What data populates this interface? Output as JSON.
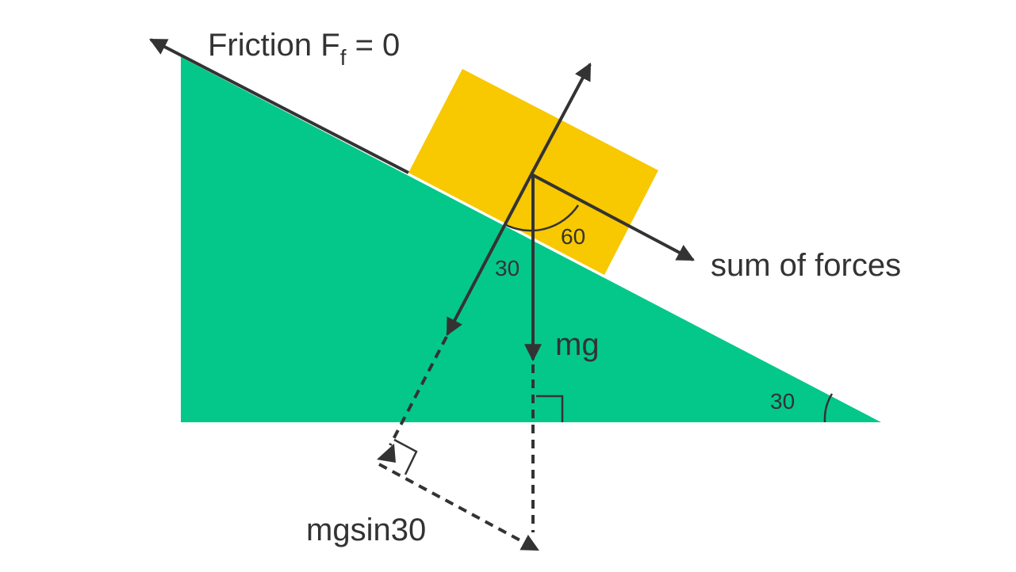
{
  "labels": {
    "friction_main": "Friction F",
    "friction_sub": "f",
    "friction_eq": " = 0",
    "sum_of_forces": "sum of forces",
    "mg": "mg",
    "mgsin30": "mgsin30",
    "angle_block_60": "60",
    "angle_block_30": "30",
    "angle_incline_30": "30"
  },
  "colors": {
    "incline": "#04C88A",
    "block": "#F8C800",
    "stroke": "#333333",
    "background": "#FFFFFF"
  }
}
